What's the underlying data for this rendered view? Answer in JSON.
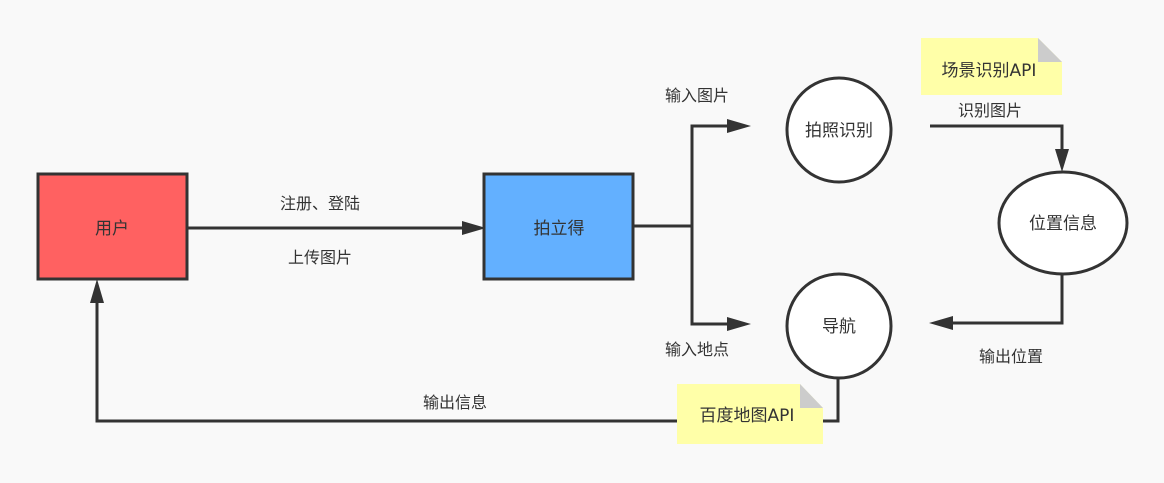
{
  "diagram": {
    "colors": {
      "user_fill": "#ff6161",
      "app_fill": "#63b0ff",
      "note_fill": "#ffffa8",
      "note_fold": "#cccccc",
      "line": "#333333",
      "circle_fill": "#ffffff",
      "background": "#f9f9f9"
    },
    "nodes": {
      "user": "用户",
      "app": "拍立得",
      "photo_recognition": "拍照识别",
      "navigation": "导航",
      "location_info": "位置信息"
    },
    "notes": {
      "scene_api": "场景识别API",
      "baidu_api": "百度地图API"
    },
    "edge_labels": {
      "register_login": "注册、登陆",
      "upload_image": "上传图片",
      "input_image": "输入图片",
      "input_location": "输入地点",
      "recognize_image": "识别图片",
      "output_location": "输出位置",
      "output_info": "输出信息"
    }
  }
}
